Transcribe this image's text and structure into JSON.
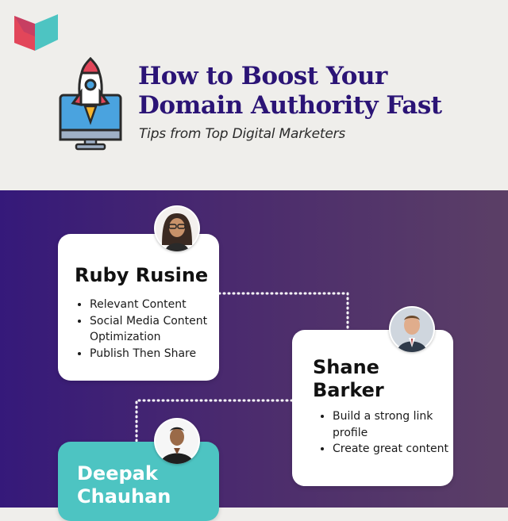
{
  "header": {
    "title_line1": "How to Boost Your",
    "title_line2": "Domain Authority Fast",
    "subtitle": "Tips from Top Digital Marketers"
  },
  "experts": [
    {
      "name": "Ruby Rusine",
      "tips": [
        "Relevant Content",
        "Social Media Content Optimization",
        "Publish Then Share"
      ]
    },
    {
      "name_line1": "Shane",
      "name_line2": "Barker",
      "tips": [
        "Build a strong link profile",
        "Create great content"
      ]
    },
    {
      "name_line1": "Deepak",
      "name_line2": "Chauhan",
      "tips": []
    }
  ],
  "colors": {
    "title": "#2b1476",
    "panel_start": "#35197a",
    "panel_end": "#5b3f66",
    "accent_teal": "#4dc4c2",
    "rocket_red": "#e2465a"
  },
  "icons": [
    "logo-icon",
    "rocket-icon",
    "avatar"
  ]
}
